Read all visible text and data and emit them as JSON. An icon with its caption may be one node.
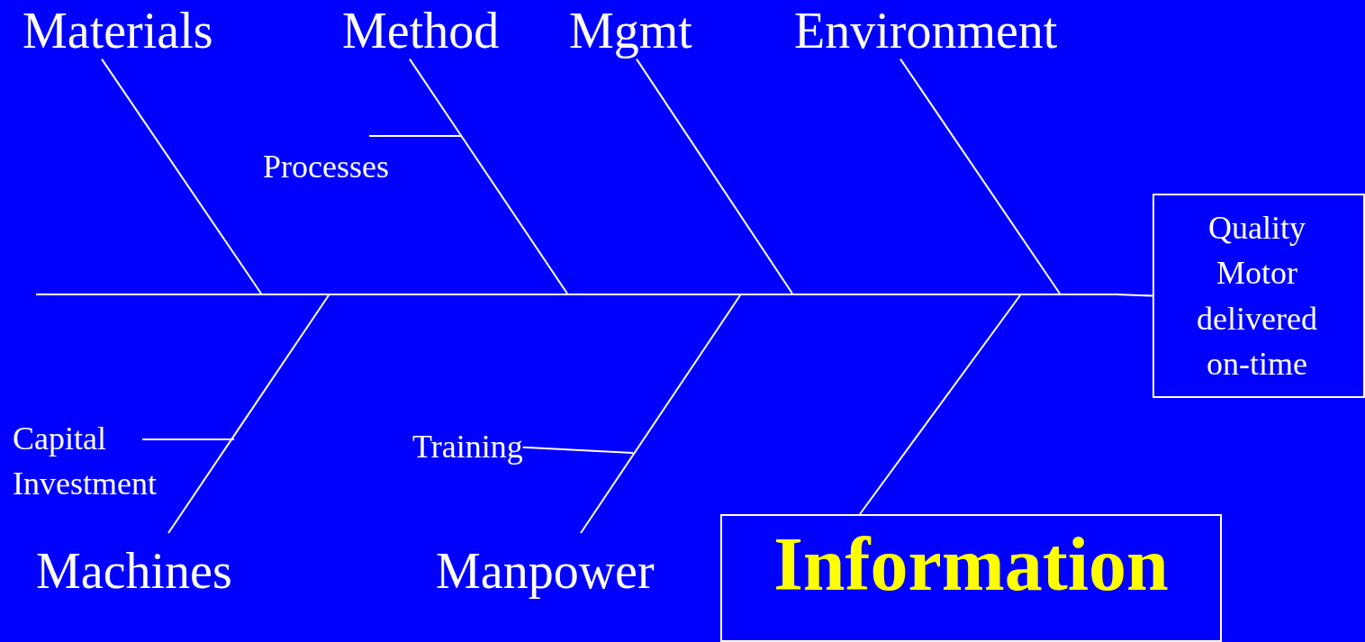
{
  "diagram": {
    "nodes": [
      {
        "text": [
          "Materials"
        ]
      },
      {
        "text": [
          "Method"
        ]
      },
      {
        "text": [
          "Mgmt"
        ]
      },
      {
        "text": [
          "Environment"
        ]
      },
      {
        "text": [
          "Quality Motor delivered on-time"
        ]
      },
      {
        "text": [
          "Processes"
        ]
      },
      {
        "text": [
          "Capital Investment"
        ]
      },
      {
        "text": [
          "Training"
        ]
      },
      {
        "text": [
          "Machines"
        ]
      },
      {
        "text": [
          "Manpower"
        ]
      },
      {
        "text": [
          "Information"
        ]
      },
      {
        "text": [],
        "shape": "bar"
      }
    ],
    "edges": [
      {
        "from": 0,
        "to": 11,
        "arrow": "none"
      },
      {
        "from": 1,
        "to": 11,
        "arrow": "none"
      },
      {
        "from": 2,
        "to": 11,
        "arrow": "none"
      },
      {
        "from": 3,
        "to": 11,
        "arrow": "none"
      },
      {
        "from": 8,
        "to": 11,
        "arrow": "none"
      },
      {
        "from": 9,
        "to": 11,
        "arrow": "none"
      },
      {
        "from": 10,
        "to": 11,
        "arrow": "none"
      },
      {
        "from": 11,
        "to": 4,
        "arrow": "none"
      },
      {
        "from": 5,
        "to": null,
        "arrow": "none"
      },
      {
        "from": 6,
        "to": null,
        "arrow": "none"
      },
      {
        "from": 7,
        "to": null,
        "arrow": "none"
      }
    ]
  }
}
